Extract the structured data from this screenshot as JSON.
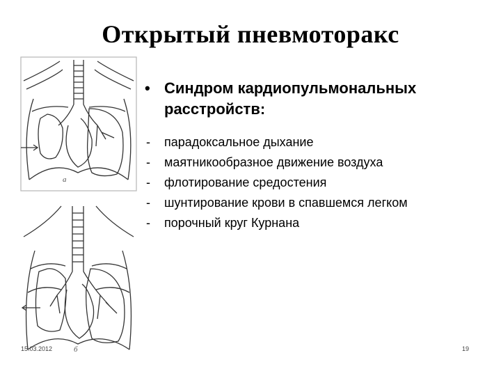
{
  "slide": {
    "title": "Открытый пневмоторакс",
    "bullet": {
      "marker": "•",
      "text": "Синдром кардиопульмональных расстройств:"
    },
    "sub_items": [
      {
        "marker": "-",
        "text": "парадоксальное дыхание"
      },
      {
        "marker": "-",
        "text": "маятникообразное движение воздуха"
      },
      {
        "marker": "-",
        "text": "флотирование средостения"
      },
      {
        "marker": "-",
        "text": "шунтирование крови в спавшемся легком"
      },
      {
        "marker": "-",
        "text": "порочный круг Курнана"
      }
    ],
    "footer": {
      "date": "15.03.2012",
      "page_number": "19"
    },
    "illustrations": {
      "top_label": "а",
      "bottom_label": "б"
    }
  }
}
